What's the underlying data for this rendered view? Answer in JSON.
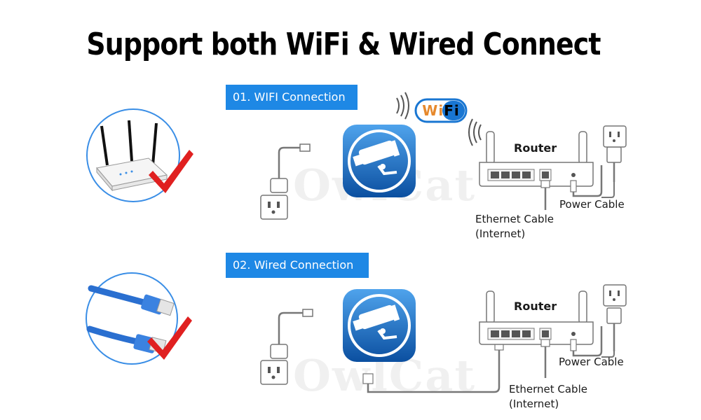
{
  "title": "Support both WiFi & Wired Connect",
  "watermark": "OwlCat",
  "wifi_section": {
    "badge": "01. WIFI Connection",
    "wifi_logo_text": "WiFi",
    "router_label": "Router",
    "ethernet_label_line1": "Ethernet Cable",
    "ethernet_label_line2": "(Internet)",
    "power_label": "Power Cable"
  },
  "wired_section": {
    "badge": "02. Wired Connection",
    "router_label": "Router",
    "ethernet_label_line1": "Ethernet Cable",
    "ethernet_label_line2": "(Internet)",
    "power_label": "Power Cable"
  },
  "icons": [
    "router-icon",
    "check-icon",
    "ethernet-cable-icon",
    "camera-app-icon",
    "wall-outlet-icon",
    "power-adapter-icon",
    "wifi-signal-icon"
  ],
  "colors": {
    "accent": "#1e88e5",
    "check": "#e02020",
    "app_blue": "#1565c0"
  }
}
